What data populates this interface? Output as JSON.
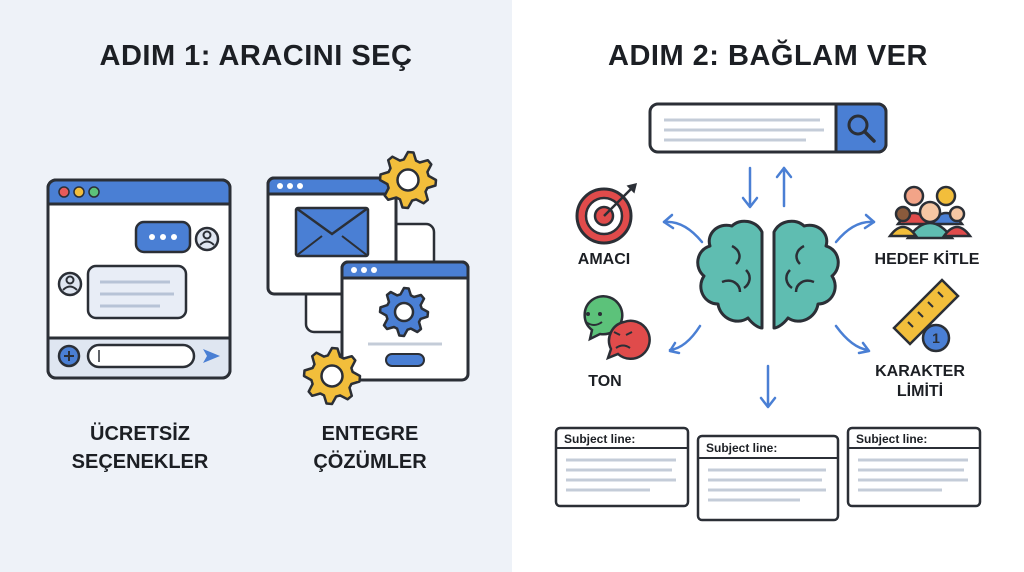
{
  "step1": {
    "title": "ADIM 1: ARACINI SEÇ",
    "free_caption_line1": "ÜCRETSİZ",
    "free_caption_line2": "SEÇENEKLER",
    "integrated_caption_line1": "ENTEGRE",
    "integrated_caption_line2": "ÇÖZÜMLER"
  },
  "step2": {
    "title": "ADIM 2: BAĞLAM VER",
    "labels": {
      "purpose": "AMACI",
      "audience": "HEDEF KİTLE",
      "tone": "TON",
      "limit_line1": "KARAKTER",
      "limit_line2": "LİMİTİ"
    },
    "limit_badge": "1",
    "cards": [
      {
        "subject": "Subject line:"
      },
      {
        "subject": "Subject line:"
      },
      {
        "subject": "Subject line:"
      }
    ]
  },
  "colors": {
    "accent_blue": "#4a7fd4",
    "gear_yellow": "#f2be3b",
    "brain_teal": "#5fbdb1",
    "target_red": "#e04b4b",
    "outline": "#2b2f36"
  }
}
